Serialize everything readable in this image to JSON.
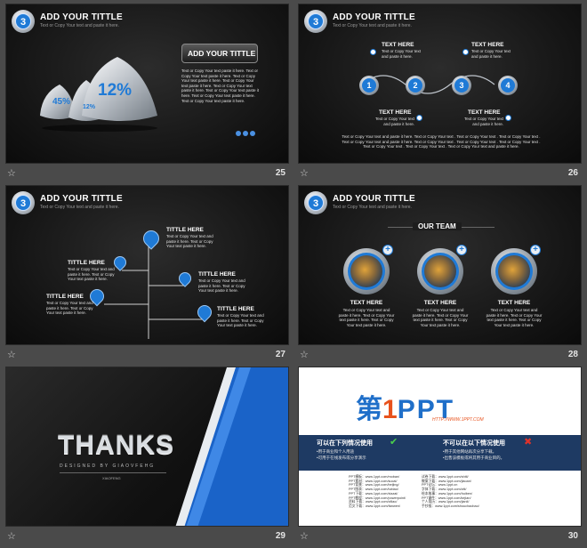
{
  "slides": [
    {
      "number": "25",
      "badge": "3",
      "title": "ADD YOUR TITTLE",
      "subtitle": "Text  or Copy Your text  and   paste it here.",
      "button": "ADD YOUR TITTLE",
      "pct_big": "12%",
      "pct_left": "45%",
      "pct_small": "12%",
      "body": "Text or Copy Your text   paste it here. Text or Copy Your text   paste it here. Text or Copy Your text   paste it here. Text or Copy Your text   paste it here. Text or Copy Your text   paste it here. Text or Copy Your text   paste it here. Text or Copy   Your text   paste it here. Text or Copy Your text   paste it here."
    },
    {
      "number": "26",
      "badge": "3",
      "title": "ADD YOUR TITTLE",
      "subtitle": "Text  or Copy Your text  and   paste it here.",
      "steps": [
        "1",
        "2",
        "3",
        "4"
      ],
      "label_top_left": "TEXT HERE",
      "label_top_right": "TEXT HERE",
      "label_bottom_left": "TEXT HERE",
      "label_bottom_right": "TEXT HERE",
      "small_text": "Text or Copy Your text and paste it here.",
      "paragraph": "Text  or Copy Your text and paste it here.  Text  or Copy   Your  text  .  Text  or Copy  Your text  .  Text  or Copy  Your  text  .  Text or Copy  Your text and paste it here.  Text  or Copy  Your  text  .  Text  or Copy  Your  text  .  Text  or Copy  Your  text  .  Text  or Copy  Your  text  .  Text or Copy  Your  text  .  Text or Copy  Your  text and paste it here."
    },
    {
      "number": "27",
      "badge": "3",
      "title": "ADD YOUR TITTLE",
      "subtitle": "Text  or Copy Your text  and   paste it here.",
      "labels": [
        "TITTLE HERE",
        "TITTLE HERE",
        "TITTLE HERE",
        "TITTLE HERE",
        "TITTLE HERE"
      ],
      "small_text": "Text or Copy Your text and paste it here. Text or Copy Your text   paste it here."
    },
    {
      "number": "28",
      "badge": "3",
      "title": "ADD YOUR TITTLE",
      "subtitle": "Text  or Copy Your text  and   paste it here.",
      "team": "OUR TEAM",
      "members": [
        "TEXT HERE",
        "TEXT HERE",
        "TEXT HERE"
      ],
      "member_text": "Text or Copy Your text and paste it here. Text or Copy Your text   paste it here. Text or Copy Your text   paste it here."
    },
    {
      "number": "29",
      "thanks": "THANKS",
      "designed": "DESIGNED  BY  GIAOVFEHG",
      "designer": "XIAOFENG"
    },
    {
      "number": "30",
      "logo_cn": "第",
      "logo_num": "1",
      "logo_ppt": "PPT",
      "logo_url": "HTTP://WWW.1PPT.COM",
      "can_title": "可以在下列情况使用",
      "can_items": [
        "•用于商业和个人用途",
        "•可用于在线发布或分享演示"
      ],
      "cannot_title": "不可以在以下情况使用",
      "cannot_items": [
        "•用于其他网站再次分享下载。",
        "•出售该模板或将其用于商业目的。"
      ],
      "col1": [
        "PPT模板：www.1ppt.com/moban/",
        "PPT素材：www.1ppt.com/sucai/",
        "PPT背景：www.1ppt.com/beijing/",
        "PPT图表：www.1ppt.com/tubiao/",
        "PPT下载：www.1ppt.com/xiazai/",
        "PPT教程：www.1ppt.com/powerpoint/",
        "资料下载：www.1ppt.com/ziliao/",
        "范文下载：www.1ppt.com/fanwen/"
      ],
      "col2": [
        "试卷下载：www.1ppt.com/shiti/",
        "教案下载：www.1ppt.com/jiaoan/",
        "PPT论坛：www.1ppt.cn",
        "字体下载：www.1ppt.com/ziti/",
        "绘本故事：www.1ppt.com/huiben/",
        "PPT课件：www.1ppt.com/kejian/",
        "个人简历：www.1ppt.com/jianli/",
        "手抄报：www.1ppt.com/shouchaobao/"
      ]
    }
  ],
  "star_icon": "star-icon",
  "accent": "#1f7ad6"
}
